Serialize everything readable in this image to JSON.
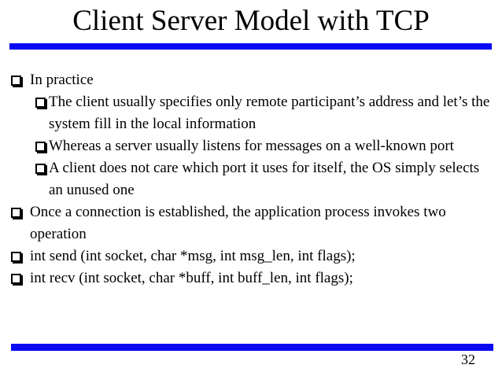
{
  "slide": {
    "title": "Client Server Model with TCP",
    "page_number": "32",
    "accent_color": "#0a0af2",
    "bullets": [
      {
        "level": 1,
        "text": "In practice"
      },
      {
        "level": 2,
        "text": "The client usually specifies only remote participant’s address and let’s the system fill in the local information"
      },
      {
        "level": 2,
        "text": "Whereas a server usually listens for messages on a well-known port"
      },
      {
        "level": 2,
        "text": "A client does not care which port it uses for itself, the OS simply selects an unused one"
      },
      {
        "level": 1,
        "text": "Once a connection is established, the application process invokes two operation"
      },
      {
        "level": 1,
        "text": "int send (int socket, char *msg, int msg_len, int flags);"
      },
      {
        "level": 1,
        "text": "int recv (int socket, char *buff, int buff_len, int flags);"
      }
    ]
  }
}
